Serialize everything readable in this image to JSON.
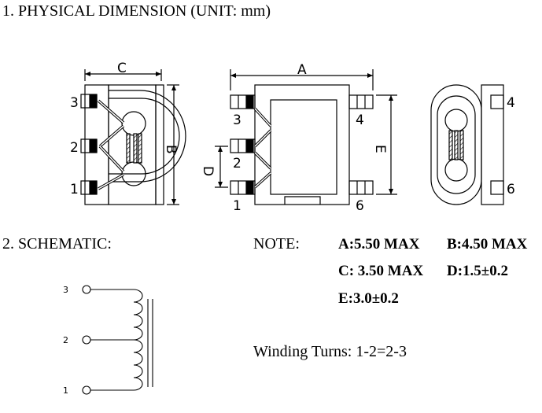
{
  "heading_dimension": "1. PHYSICAL DIMENSION  (UNIT: mm)",
  "heading_schematic": "2. SCHEMATIC:",
  "note_label": "NOTE:",
  "specs": {
    "a": "A:5.50 MAX",
    "b": "B:4.50 MAX",
    "c": "C: 3.50 MAX",
    "d": "D:1.5±0.2",
    "e": "E:3.0±0.2"
  },
  "winding_turns": "Winding Turns: 1-2=2-3",
  "drawing_labels": {
    "dim_a": "A",
    "dim_b": "B",
    "dim_c": "C",
    "dim_d": "D",
    "dim_e": "E",
    "pin_1": "1",
    "pin_2": "2",
    "pin_3": "3",
    "pin_4": "4",
    "pin_6": "6"
  },
  "schematic_pins": {
    "p1": "1",
    "p2": "2",
    "p3": "3"
  }
}
